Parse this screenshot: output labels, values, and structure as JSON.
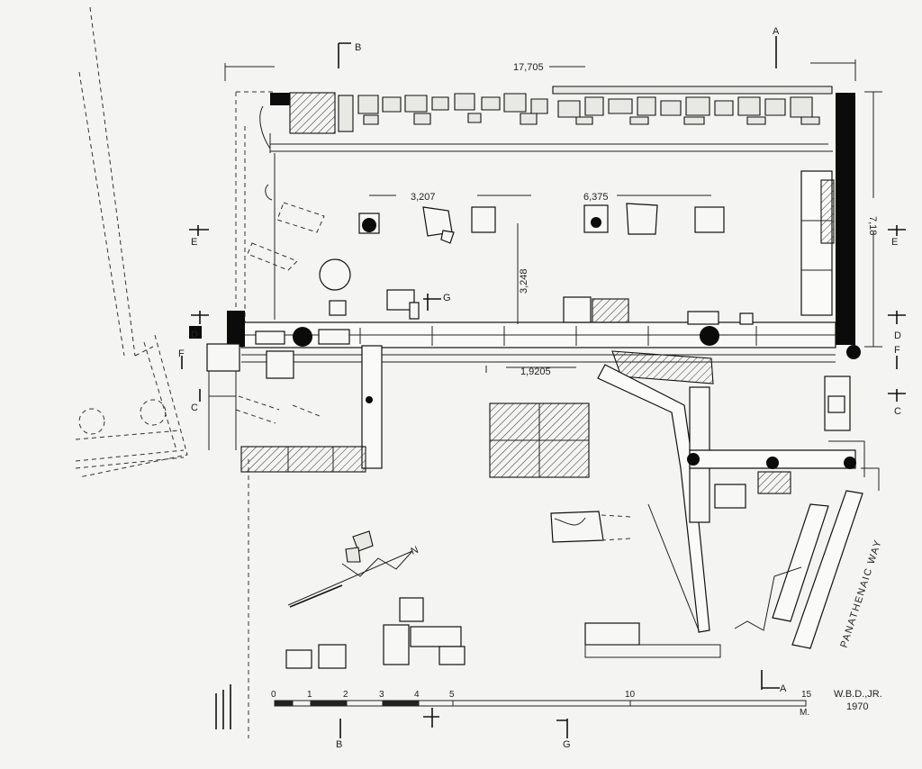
{
  "labels": {
    "section_a": "A",
    "section_b": "B",
    "section_c": "C",
    "section_d": "D",
    "section_e": "E",
    "section_f": "F",
    "section_g": "G",
    "north": "N"
  },
  "dimensions": {
    "overall_length": "17,705",
    "overall_width": "7,18",
    "spacing_1": "3,207",
    "spacing_2": "6,375",
    "spacing_3": "3,248",
    "spacing_4": "1,9205"
  },
  "street_label": "PANATHENAIC WAY",
  "scale": {
    "ticks": [
      "0",
      "1",
      "2",
      "3",
      "4",
      "5",
      "10",
      "15"
    ],
    "unit": "M."
  },
  "signature": {
    "author": "W.B.D.,JR.",
    "year": "1970"
  }
}
